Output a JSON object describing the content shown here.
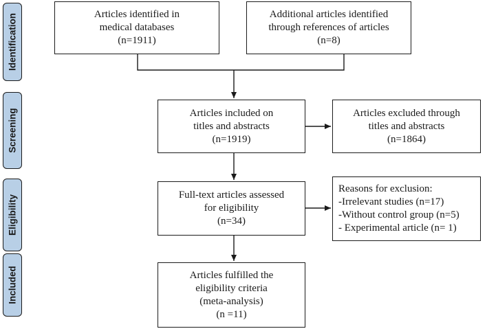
{
  "stages": {
    "identification": "Identification",
    "screening": "Screening",
    "eligibility": "Eligibility",
    "included": "Included"
  },
  "boxes": {
    "databases": {
      "line1": "Articles identified in",
      "line2": "medical databases",
      "line3": "(n=1911)"
    },
    "references": {
      "line1": "Additional articles identified",
      "line2": "through references of articles",
      "line3": "(n=8)"
    },
    "screened": {
      "line1": "Articles included on",
      "line2": "titles and abstracts",
      "line3": "(n=1919)"
    },
    "excluded_titles": {
      "line1": "Articles excluded through",
      "line2": "titles and abstracts",
      "line3": "(n=1864)"
    },
    "full_text": {
      "line1": "Full-text articles assessed",
      "line2": "for eligibility",
      "line3": "(n=34)"
    },
    "reasons": {
      "line1": "Reasons for exclusion:",
      "line2": "-Irrelevant studies (n=17)",
      "line3": "-Without control group (n=5)",
      "line4": "- Experimental article (n= 1)"
    },
    "included": {
      "line1": "Articles fulfilled the",
      "line2": "eligibility criteria",
      "line3": "(meta-analysis)",
      "line4": "(n =11)"
    }
  }
}
